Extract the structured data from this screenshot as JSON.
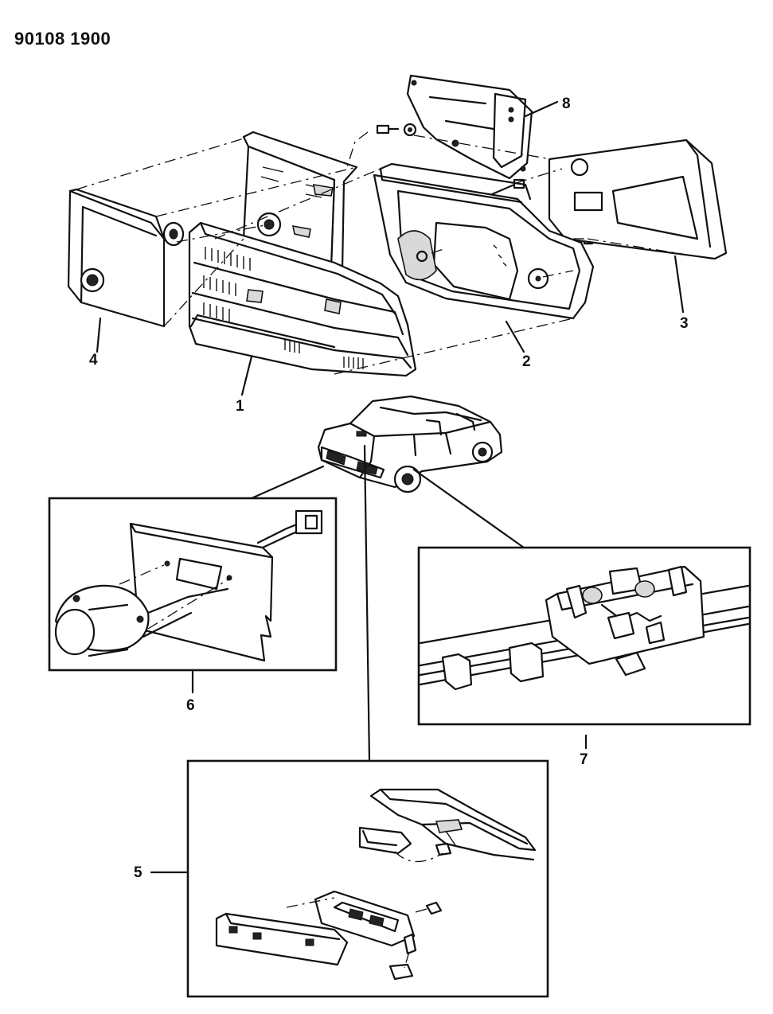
{
  "header": {
    "diagram_number": "90108 1900"
  },
  "callouts": {
    "c1": "1",
    "c2": "2",
    "c3": "3",
    "c4": "4",
    "c5": "5",
    "c6": "6",
    "c7": "7",
    "c8": "8"
  }
}
